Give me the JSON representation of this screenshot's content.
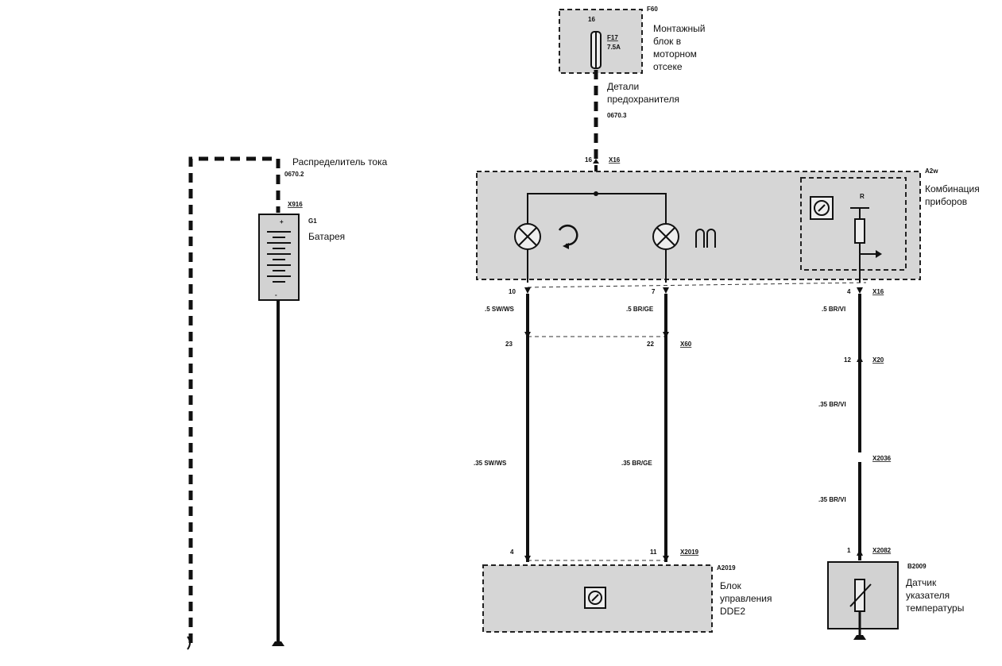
{
  "fuse_box": {
    "code": "F60",
    "pin": "16",
    "fuse_name": "F17",
    "fuse_rating": "7.5A",
    "label": [
      "Монтажный",
      "блок в",
      "моторном",
      "отсеке"
    ]
  },
  "fuse_details": {
    "label": [
      "Детали",
      "предохранителя"
    ],
    "ref": "0670.3"
  },
  "power_distributor": {
    "label": "Распределитель тока",
    "ref": "0670.2"
  },
  "battery": {
    "connector": "X916",
    "code": "G1",
    "label": "Батарея",
    "plus": "+",
    "minus": "-"
  },
  "instrument_cluster": {
    "code": "A2w",
    "label": [
      "Комбинация",
      "приборов"
    ],
    "in_pin": "16",
    "in_connector": "X16",
    "resistor_label": "R"
  },
  "wires": {
    "left_top_pin": "10",
    "left_top_color": ".5 SW/WS",
    "mid_top_pin": "7",
    "mid_top_color": ".5 BR/GE",
    "right_top_pin": "4",
    "right_top_connector": "X16",
    "right_top_color": ".5 BR/VI",
    "left_mid_pin": "23",
    "mid_mid_pin": "22",
    "mid_connector": "X60",
    "left_low_color": ".35 SW/WS",
    "mid_low_color": ".35 BR/GE",
    "right_pin_x20": "12",
    "right_connector_x20": "X20",
    "right_color_a": ".35 BR/VI",
    "right_connector_x2036": "X2036",
    "right_color_b": ".35 BR/VI",
    "left_bottom_pin": "4",
    "mid_bottom_pin": "11",
    "bottom_connector": "X2019",
    "sensor_pin": "1",
    "sensor_connector": "X2082"
  },
  "dde_unit": {
    "code": "A2019",
    "label": [
      "Блок",
      "управления",
      "DDE2"
    ]
  },
  "temp_sensor": {
    "code": "B2009",
    "label": [
      "Датчик",
      "указателя",
      "температуры"
    ]
  }
}
